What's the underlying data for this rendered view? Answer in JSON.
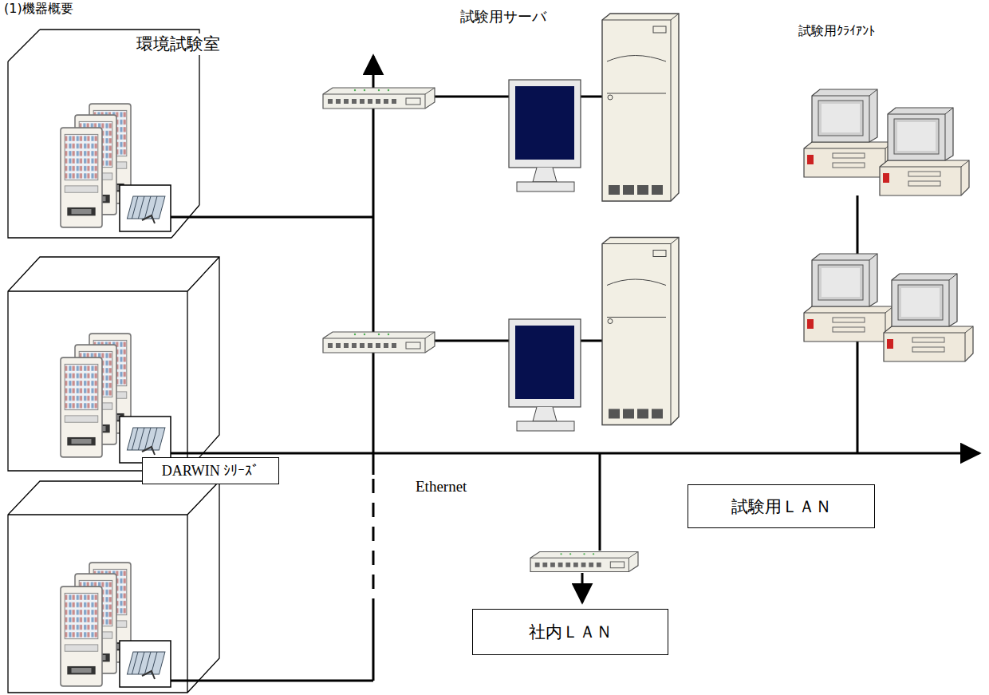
{
  "diagram": {
    "title": "(1)機器概要",
    "nodes": [
      {
        "text": [
          "DARWIN ｼﾘｰｽﾞ"
        ]
      },
      {
        "text": [
          "試験用ＬＡＮ"
        ]
      },
      {
        "text": [
          "社内ＬＡＮ"
        ]
      }
    ],
    "labels": [
      "環境試験室",
      "試験用サーバ",
      "試験用ｸﾗｲｱﾝﾄ",
      "Ethernet"
    ]
  }
}
